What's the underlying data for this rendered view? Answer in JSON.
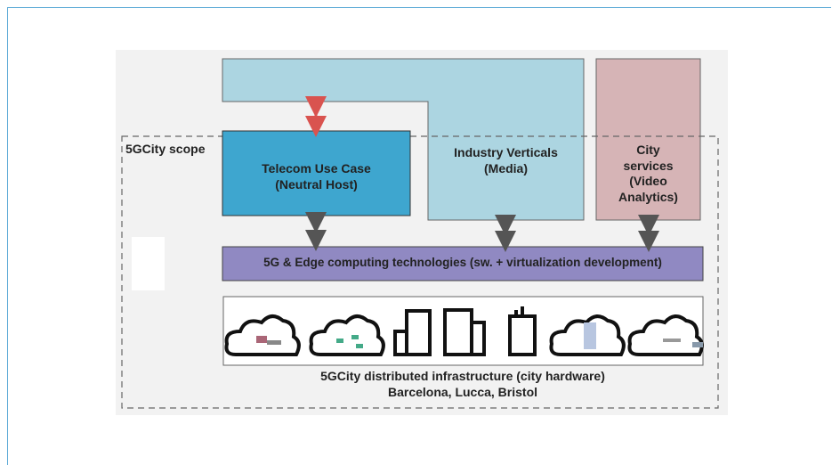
{
  "scope_label": "5GCity scope",
  "telecom": {
    "line1": "Telecom Use Case",
    "line2": "(Neutral Host)"
  },
  "verticals": {
    "line1": "Industry Verticals",
    "line2": "(Media)"
  },
  "city_services": {
    "line1": "City",
    "line2": "services",
    "line3": "(Video",
    "line4": "Analytics)"
  },
  "edge_bar": "5G & Edge computing technologies (sw. + virtualization development)",
  "infra": {
    "line1": "5GCity distributed infrastructure (city hardware)",
    "line2": "Barcelona, Lucca, Bristol"
  },
  "colors": {
    "telecom": "#3ea6cf",
    "verticals": "#acd5e1",
    "city": "#d6b4b6",
    "edge": "#9089c2",
    "red_arrow": "#d9534f",
    "gray_arrow": "#555555"
  }
}
